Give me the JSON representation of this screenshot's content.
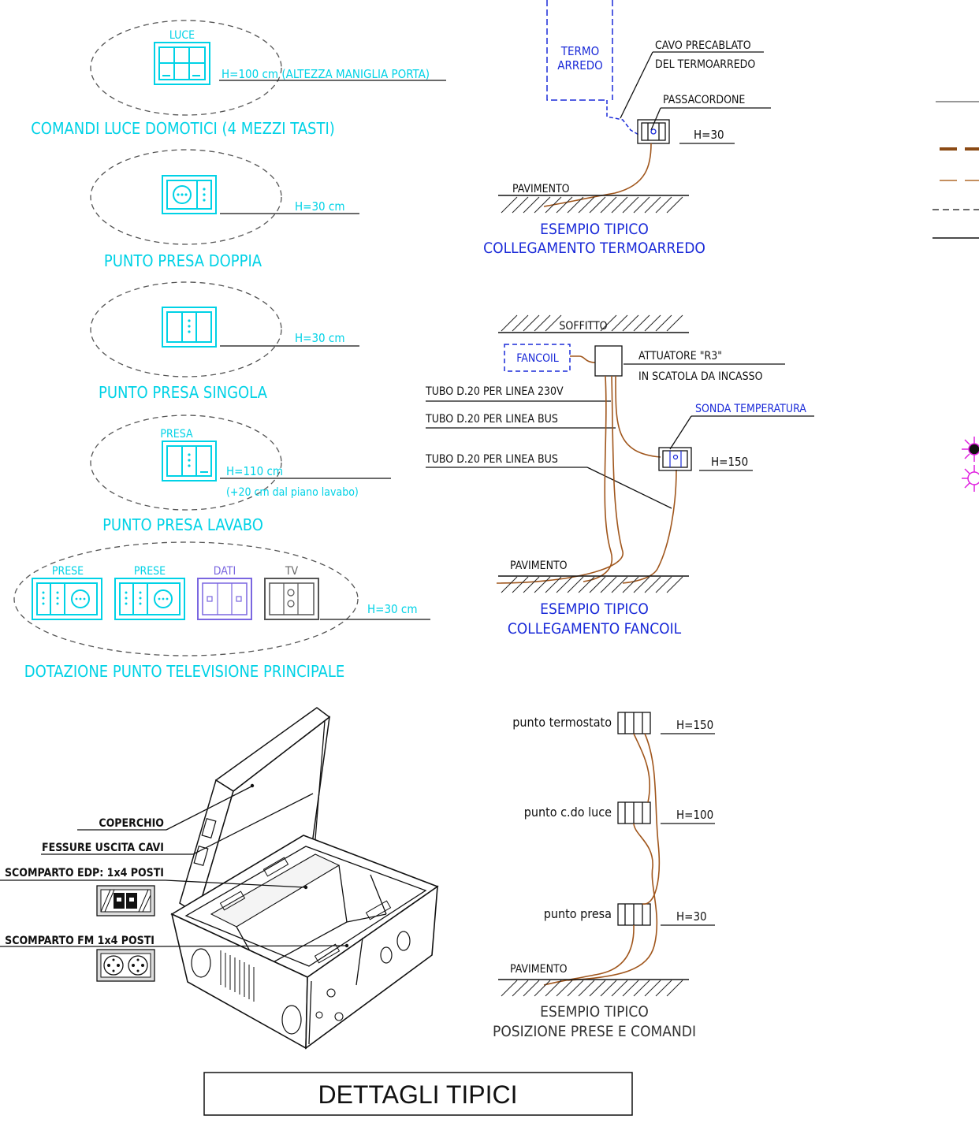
{
  "left_details": {
    "luce": {
      "tag": "LUCE",
      "height": "H=100 cm (ALTEZZA MANIGLIA PORTA)",
      "caption": "COMANDI LUCE DOMOTICI (4 MEZZI TASTI)"
    },
    "presa_doppia": {
      "height": "H=30 cm",
      "caption": "PUNTO PRESA DOPPIA"
    },
    "presa_singola": {
      "height": "H=30 cm",
      "caption": "PUNTO PRESA SINGOLA"
    },
    "presa_lavabo": {
      "tag": "PRESA",
      "height": "H=110 cm",
      "note": "(+20 cm dal piano lavabo)",
      "caption": "PUNTO PRESA LAVABO"
    },
    "tv": {
      "tag_prese_1": "PRESE",
      "tag_prese_2": "PRESE",
      "tag_dati": "DATI",
      "tag_tv": "TV",
      "height": "H=30 cm",
      "caption": "DOTAZIONE PUNTO TELEVISIONE PRINCIPALE"
    }
  },
  "floor_box": {
    "coperchio": "COPERCHIO",
    "fessure": "FESSURE USCITA CAVI",
    "edp": "SCOMPARTO EDP: 1x4 POSTI",
    "fm": "SCOMPARTO FM 1x4 POSTI"
  },
  "termoarredo": {
    "box": "TERMO\nARREDO",
    "box_l1": "TERMO",
    "box_l2": "ARREDO",
    "cavo_l1": "CAVO PRECABLATO",
    "cavo_l2": "DEL TERMOARREDO",
    "passacordone": "PASSACORDONE",
    "height": "H=30",
    "floor": "PAVIMENTO",
    "caption_l1": "ESEMPIO TIPICO",
    "caption_l2": "COLLEGAMENTO TERMOARREDO"
  },
  "fancoil": {
    "soffitto": "SOFFITTO",
    "fancoil": "FANCOIL",
    "attuatore_l1": "ATTUATORE \"R3\"",
    "attuatore_l2": "IN SCATOLA DA INCASSO",
    "tubo_230": "TUBO D.20 PER LINEA 230V",
    "tubo_bus_1": "TUBO D.20 PER LINEA BUS",
    "tubo_bus_2": "TUBO D.20 PER LINEA BUS",
    "sonda": "SONDA TEMPERATURA",
    "height": "H=150",
    "floor": "PAVIMENTO",
    "caption_l1": "ESEMPIO TIPICO",
    "caption_l2": "COLLEGAMENTO FANCOIL"
  },
  "posizione": {
    "termostato": "punto termostato",
    "termostato_h": "H=150",
    "cdo_luce": "punto c.do luce",
    "cdo_luce_h": "H=100",
    "presa": "punto presa",
    "presa_h": "H=30",
    "floor": "PAVIMENTO",
    "caption_l1": "ESEMPIO TIPICO",
    "caption_l2": "POSIZIONE PRESE E COMANDI"
  },
  "title": "DETTAGLI TIPICI",
  "legend_icons": [
    "sun-lamp-icon",
    "lamp-lu-icon"
  ],
  "colors": {
    "cyan": "#00d2e6",
    "blue": "#1a2ad8",
    "brown": "#a0561c",
    "violet": "#7a66e0",
    "magenta": "#e020e0"
  }
}
